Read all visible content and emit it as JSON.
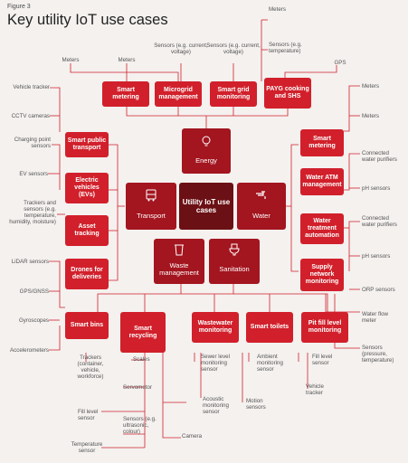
{
  "figure_label": "Figure 3",
  "title": "Key utility IoT use cases",
  "center": "Utility IoT use cases",
  "sectors": {
    "energy": "Energy",
    "transport": "Transport",
    "water": "Water",
    "waste": "Waste management",
    "sanitation": "Sanitation"
  },
  "energy": {
    "boxes": [
      "Smart metering",
      "Microgrid management",
      "Smart grid monitoring",
      "PAYG cooking and SHS"
    ],
    "labels": [
      "Meters",
      "Meters",
      "Sensors (e.g. current, voltage)",
      "Sensors (e.g. current, voltage)",
      "Meters",
      "Sensors (e.g. temperature)",
      "GPS"
    ]
  },
  "transport": {
    "boxes": [
      "Smart public transport",
      "Electric vehicles (EVs)",
      "Asset tracking",
      "Drones for deliveries"
    ],
    "labels": [
      "Vehicle tracker",
      "CCTV cameras",
      "Charging point sensors",
      "EV sensors",
      "Trackers and sensors (e.g. temperature, humidity, moisture)",
      "LiDAR sensors",
      "GPS/GNSS",
      "Gyroscopes",
      "Accelerometers"
    ]
  },
  "water": {
    "boxes": [
      "Smart metering",
      "Water ATM management",
      "Water treatment automation",
      "Supply network monitoring"
    ],
    "labels": [
      "Meters",
      "Meters",
      "Connected water purifiers",
      "pH sensors",
      "Connected water purifiers",
      "pH sensors",
      "ORP sensors",
      "Water flow meter",
      "Sensors (pressure, temperature)"
    ]
  },
  "waste": {
    "boxes": [
      "Smart bins",
      "Smart recycling"
    ],
    "labels": [
      "Trackers (container, vehicle, workforce)",
      "Scales",
      "Servomotor",
      "Fill level sensor",
      "Sensors (e.g. ultrasonic, colour)",
      "Temperature sensor",
      "Camera"
    ]
  },
  "sanitation": {
    "boxes": [
      "Wastewater monitoring",
      "Smart toilets",
      "Pit fill level monitoring"
    ],
    "labels": [
      "Sewer level monitoring sensor",
      "Acoustic monitoring sensor",
      "Ambient monitoring sensor",
      "Motion sensors",
      "Fill level sensor",
      "Vehicle tracker"
    ]
  },
  "colors": {
    "red": "#d1202b",
    "dark_red": "#a3151f",
    "center": "#6b1014",
    "line": "#d1202b",
    "background": "#f4f1ef"
  }
}
